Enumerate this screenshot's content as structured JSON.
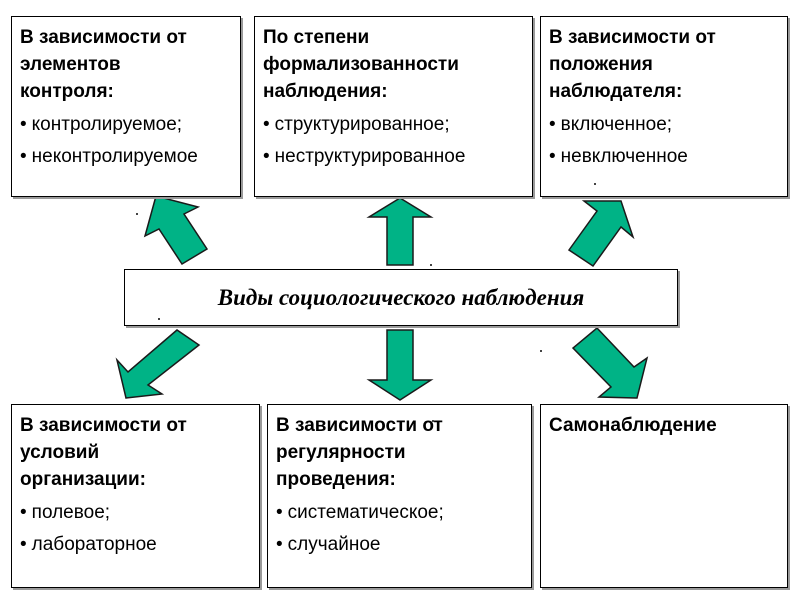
{
  "center": {
    "title": "Виды социологического наблюдения"
  },
  "boxes": {
    "top_left": {
      "title_lines": [
        "В зависимости от",
        "элементов",
        "контроля:"
      ],
      "items": [
        "контролируемое;",
        "неконтролируемое"
      ]
    },
    "top_middle": {
      "title_lines": [
        "По степени",
        "формализованности",
        "наблюдения:"
      ],
      "items": [
        "структурированное;",
        "неструктурированное"
      ]
    },
    "top_right": {
      "title_lines": [
        "В зависимости от",
        "положения",
        "наблюдателя:"
      ],
      "items": [
        "включенное;",
        "невключенное"
      ]
    },
    "bottom_left": {
      "title_lines": [
        "В зависимости от",
        "условий",
        "организации:"
      ],
      "items": [
        "полевое;",
        "лабораторное"
      ]
    },
    "bottom_middle": {
      "title_lines": [
        "В зависимости от",
        "регулярности",
        "проведения:"
      ],
      "items": [
        "систематическое;",
        "случайное"
      ]
    },
    "bottom_right": {
      "title_lines": [
        "Самонаблюдение"
      ],
      "items": []
    }
  },
  "colors": {
    "arrow_fill": "#00b386",
    "arrow_stroke": "#1a1a1a"
  }
}
